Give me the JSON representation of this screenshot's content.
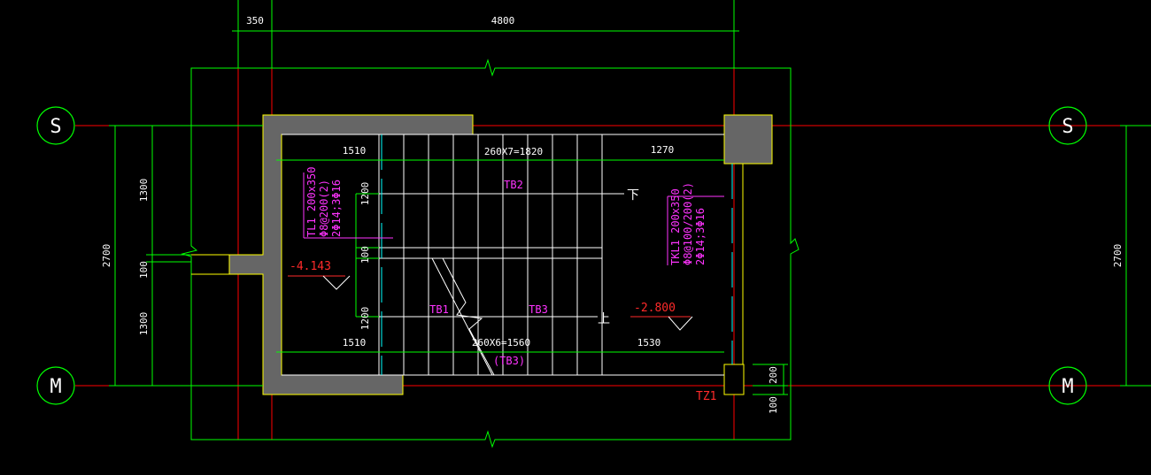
{
  "drawing": {
    "axes": {
      "top": "S",
      "bottom": "M",
      "top_right": "S",
      "bottom_right": "M"
    },
    "top_dims": {
      "left": "350",
      "main": "4800"
    },
    "left_dims": {
      "total": "2700",
      "upper": "1300",
      "mid": "100",
      "lower": "1300"
    },
    "right_dims": {
      "total": "2700",
      "small_upper": "200",
      "small_lower": "100"
    },
    "upper_flight": {
      "left": "1510",
      "middle": "260X7=1820",
      "right": "1270",
      "label": "TB2",
      "direction": "下"
    },
    "lower_flight": {
      "left": "1510",
      "middle": "260X6=1560",
      "right": "1530",
      "label": "TB3",
      "label_paren": "(TB3)",
      "direction": "上"
    },
    "landing_label": "TB1",
    "inner_dims": {
      "upper": "1200",
      "mid": "100",
      "lower": "1200"
    },
    "beam_left": {
      "line1": "TL1  200x350",
      "line2": "Φ8@200(2)",
      "line3": "2Φ14;3Φ16"
    },
    "beam_right": {
      "line1": "TKL1  200x350",
      "line2": "Φ8@100/200(2)",
      "line3": "2Φ14;3Φ16"
    },
    "elevations": {
      "left": "-4.143",
      "right": "-2.800"
    },
    "column_label": "TZ1",
    "colors": {
      "grid": "#ff0000",
      "dim": "#00ff00",
      "wall": "#666666",
      "wall_edge": "#ffff00",
      "annot": "#ff33ff",
      "stairs": "#ffffff",
      "cyan": "#00ffff"
    }
  }
}
